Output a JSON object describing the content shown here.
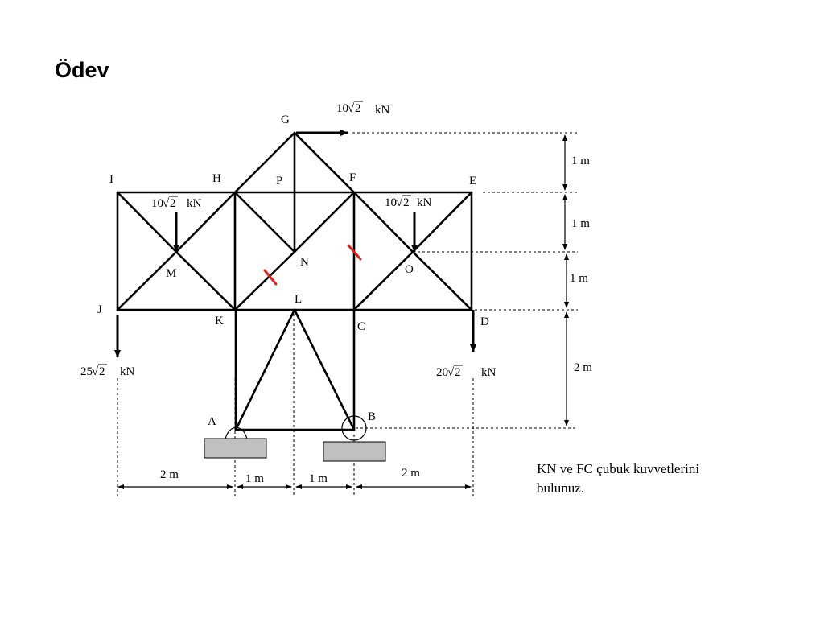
{
  "slide": {
    "title": "Ödev",
    "task_text": "KN ve FC çubuk kuvvetlerini bulunuz."
  },
  "nodes": {
    "G": "G",
    "I": "I",
    "H": "H",
    "P": "P",
    "F": "F",
    "E": "E",
    "N": "N",
    "M": "M",
    "O": "O",
    "J": "J",
    "L": "L",
    "K": "K",
    "C": "C",
    "D": "D",
    "A": "A",
    "B": "B"
  },
  "loads": {
    "g_horizontal": {
      "value": "10",
      "radicand": "2",
      "unit": "kN"
    },
    "m_down": {
      "value": "10",
      "radicand": "2",
      "unit": "kN"
    },
    "o_down": {
      "value": "10",
      "radicand": "2",
      "unit": "kN"
    },
    "j_down": {
      "value": "25",
      "radicand": "2",
      "unit": "kN"
    },
    "d_down": {
      "value": "20",
      "radicand": "2",
      "unit": "kN"
    }
  },
  "dimensions": {
    "vertical": [
      "1 m",
      "1 m",
      "1 m",
      "2 m"
    ],
    "horizontal": [
      "2 m",
      "1 m",
      "1 m",
      "2 m"
    ]
  },
  "colors": {
    "member": "#000000",
    "cut_mark": "#e0201b",
    "support_block": "#c0c0c0"
  }
}
